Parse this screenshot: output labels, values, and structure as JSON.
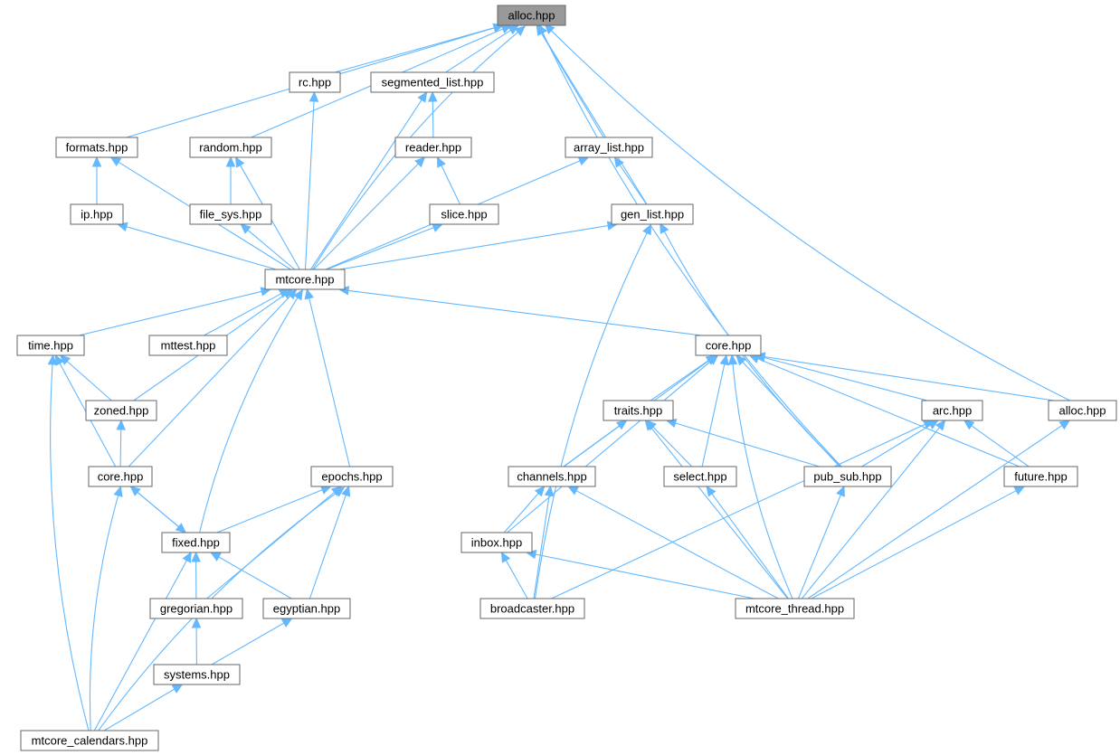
{
  "nodes": [
    {
      "id": "alloc_root",
      "label": "alloc.hpp",
      "root": true
    },
    {
      "id": "rc",
      "label": "rc.hpp"
    },
    {
      "id": "segmented_list",
      "label": "segmented_list.hpp"
    },
    {
      "id": "formats",
      "label": "formats.hpp"
    },
    {
      "id": "random",
      "label": "random.hpp"
    },
    {
      "id": "reader",
      "label": "reader.hpp"
    },
    {
      "id": "array_list",
      "label": "array_list.hpp"
    },
    {
      "id": "ip",
      "label": "ip.hpp"
    },
    {
      "id": "file_sys",
      "label": "file_sys.hpp"
    },
    {
      "id": "slice",
      "label": "slice.hpp"
    },
    {
      "id": "gen_list",
      "label": "gen_list.hpp"
    },
    {
      "id": "mtcore",
      "label": "mtcore.hpp"
    },
    {
      "id": "time",
      "label": "time.hpp"
    },
    {
      "id": "mttest",
      "label": "mttest.hpp"
    },
    {
      "id": "core_thread",
      "label": "core.hpp"
    },
    {
      "id": "zoned",
      "label": "zoned.hpp"
    },
    {
      "id": "traits",
      "label": "traits.hpp"
    },
    {
      "id": "arc",
      "label": "arc.hpp"
    },
    {
      "id": "alloc_thread",
      "label": "alloc.hpp"
    },
    {
      "id": "core_cal",
      "label": "core.hpp"
    },
    {
      "id": "epochs",
      "label": "epochs.hpp"
    },
    {
      "id": "channels",
      "label": "channels.hpp"
    },
    {
      "id": "select",
      "label": "select.hpp"
    },
    {
      "id": "pub_sub",
      "label": "pub_sub.hpp"
    },
    {
      "id": "future",
      "label": "future.hpp"
    },
    {
      "id": "fixed",
      "label": "fixed.hpp"
    },
    {
      "id": "inbox",
      "label": "inbox.hpp"
    },
    {
      "id": "gregorian",
      "label": "gregorian.hpp"
    },
    {
      "id": "egyptian",
      "label": "egyptian.hpp"
    },
    {
      "id": "broadcaster",
      "label": "broadcaster.hpp"
    },
    {
      "id": "mtcore_thread",
      "label": "mtcore_thread.hpp"
    },
    {
      "id": "systems",
      "label": "systems.hpp"
    },
    {
      "id": "mtcore_calendars",
      "label": "mtcore_calendars.hpp"
    }
  ],
  "edges": [
    [
      "rc",
      "alloc_root"
    ],
    [
      "segmented_list",
      "alloc_root"
    ],
    [
      "formats",
      "alloc_root"
    ],
    [
      "random",
      "alloc_root"
    ],
    [
      "array_list",
      "alloc_root"
    ],
    [
      "gen_list",
      "alloc_root"
    ],
    [
      "mtcore",
      "alloc_root"
    ],
    [
      "pub_sub",
      "alloc_root"
    ],
    [
      "alloc_thread",
      "alloc_root"
    ],
    [
      "reader",
      "segmented_list"
    ],
    [
      "slice",
      "reader"
    ],
    [
      "ip",
      "formats"
    ],
    [
      "file_sys",
      "random"
    ],
    [
      "gen_list",
      "array_list"
    ],
    [
      "mtcore",
      "rc"
    ],
    [
      "mtcore",
      "segmented_list"
    ],
    [
      "mtcore",
      "formats"
    ],
    [
      "mtcore",
      "random"
    ],
    [
      "mtcore",
      "reader"
    ],
    [
      "mtcore",
      "array_list"
    ],
    [
      "mtcore",
      "ip"
    ],
    [
      "mtcore",
      "file_sys"
    ],
    [
      "mtcore",
      "slice"
    ],
    [
      "mtcore",
      "gen_list"
    ],
    [
      "time",
      "mtcore"
    ],
    [
      "mttest",
      "mtcore"
    ],
    [
      "zoned",
      "mtcore"
    ],
    [
      "core_cal",
      "mtcore"
    ],
    [
      "fixed",
      "mtcore"
    ],
    [
      "epochs",
      "mtcore"
    ],
    [
      "core_thread",
      "mtcore"
    ],
    [
      "broadcaster",
      "gen_list"
    ],
    [
      "pub_sub",
      "gen_list"
    ],
    [
      "zoned",
      "time"
    ],
    [
      "core_cal",
      "time"
    ],
    [
      "mtcore_calendars",
      "time"
    ],
    [
      "core_cal",
      "zoned"
    ],
    [
      "fixed",
      "core_cal"
    ],
    [
      "core_cal",
      "fixed"
    ],
    [
      "mtcore_calendars",
      "core_cal"
    ],
    [
      "fixed",
      "epochs"
    ],
    [
      "gregorian",
      "epochs"
    ],
    [
      "egyptian",
      "epochs"
    ],
    [
      "mtcore_calendars",
      "epochs"
    ],
    [
      "gregorian",
      "fixed"
    ],
    [
      "egyptian",
      "fixed"
    ],
    [
      "mtcore_calendars",
      "fixed"
    ],
    [
      "systems",
      "gregorian"
    ],
    [
      "systems",
      "egyptian"
    ],
    [
      "mtcore_calendars",
      "systems"
    ],
    [
      "traits",
      "core_thread"
    ],
    [
      "channels",
      "core_thread"
    ],
    [
      "select",
      "core_thread"
    ],
    [
      "pub_sub",
      "core_thread"
    ],
    [
      "arc",
      "core_thread"
    ],
    [
      "alloc_thread",
      "core_thread"
    ],
    [
      "future",
      "core_thread"
    ],
    [
      "inbox",
      "core_thread"
    ],
    [
      "mtcore_thread",
      "core_thread"
    ],
    [
      "channels",
      "traits"
    ],
    [
      "select",
      "traits"
    ],
    [
      "pub_sub",
      "traits"
    ],
    [
      "mtcore_thread",
      "traits"
    ],
    [
      "pub_sub",
      "arc"
    ],
    [
      "future",
      "arc"
    ],
    [
      "broadcaster",
      "arc"
    ],
    [
      "mtcore_thread",
      "arc"
    ],
    [
      "mtcore_thread",
      "alloc_thread"
    ],
    [
      "inbox",
      "channels"
    ],
    [
      "broadcaster",
      "channels"
    ],
    [
      "mtcore_thread",
      "channels"
    ],
    [
      "mtcore_thread",
      "select"
    ],
    [
      "mtcore_thread",
      "pub_sub"
    ],
    [
      "mtcore_thread",
      "future"
    ],
    [
      "broadcaster",
      "inbox"
    ],
    [
      "mtcore_thread",
      "inbox"
    ]
  ]
}
